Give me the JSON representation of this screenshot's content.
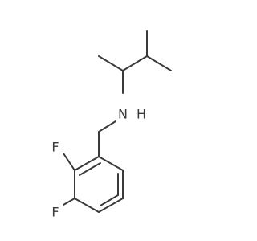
{
  "molecule": {
    "atoms": {
      "nitrogen": "N",
      "hydrogen": "H",
      "fluorine_upper": "F",
      "fluorine_lower": "F"
    },
    "colors": {
      "bond": "#3a3a3a",
      "label": "#3a3a3a",
      "background": "#ffffff"
    }
  }
}
